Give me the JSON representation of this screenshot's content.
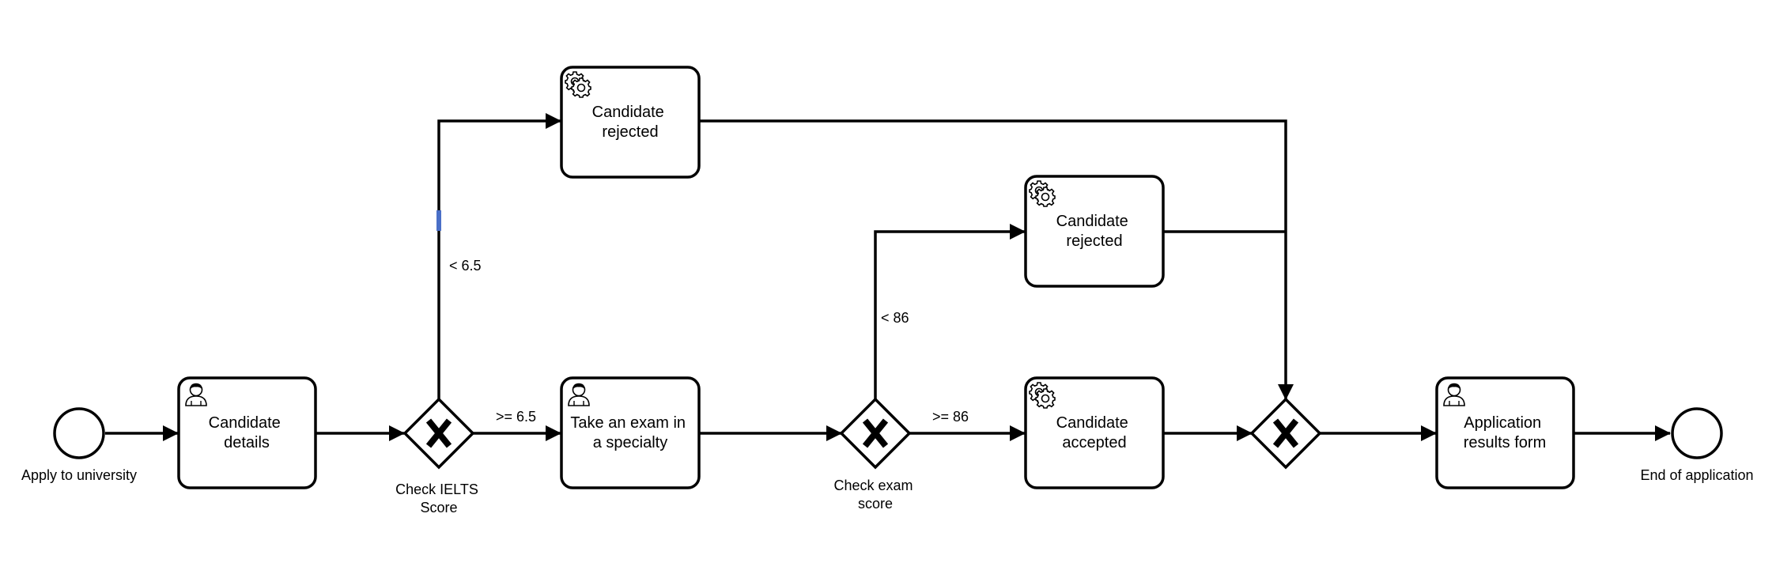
{
  "events": {
    "start_label": "Apply to university",
    "end_label": "End of application"
  },
  "tasks": {
    "candidate_details": [
      "Candidate",
      "details"
    ],
    "take_exam": [
      "Take an exam in",
      "a specialty"
    ],
    "rejected_top": [
      "Candidate",
      "rejected"
    ],
    "rejected_mid": [
      "Candidate",
      "rejected"
    ],
    "accepted": [
      "Candidate",
      "accepted"
    ],
    "results_form": [
      "Application",
      "results form"
    ]
  },
  "gateways": {
    "ielts": [
      "Check IELTS",
      "Score"
    ],
    "exam": [
      "Check exam",
      "score"
    ]
  },
  "conditions": {
    "ielts_low": "< 6.5",
    "ielts_high": ">= 6.5",
    "exam_low": "< 86",
    "exam_high": ">= 86"
  },
  "icons": {
    "user_task": "user-icon",
    "service_task": "gear-icon",
    "gateway": "x-icon"
  },
  "colors": {
    "stroke": "#000000",
    "selection_marker": "#4a6fc7"
  }
}
